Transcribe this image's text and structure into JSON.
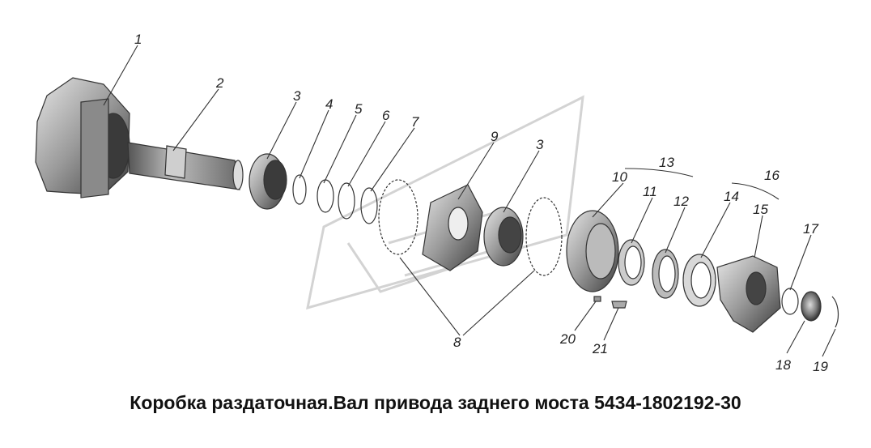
{
  "caption": "Коробка раздаточная.Вал привода заднего моста 5434-1802192-30",
  "labels": {
    "p1": "1",
    "p2": "2",
    "p3a": "3",
    "p4": "4",
    "p5": "5",
    "p6": "6",
    "p7": "7",
    "p8": "8",
    "p9": "9",
    "p3b": "3",
    "p10": "10",
    "p11": "11",
    "p12": "12",
    "p13": "13",
    "p14": "14",
    "p15": "15",
    "p16": "16",
    "p17": "17",
    "p18": "18",
    "p19": "19",
    "p20": "20",
    "p21": "21"
  }
}
